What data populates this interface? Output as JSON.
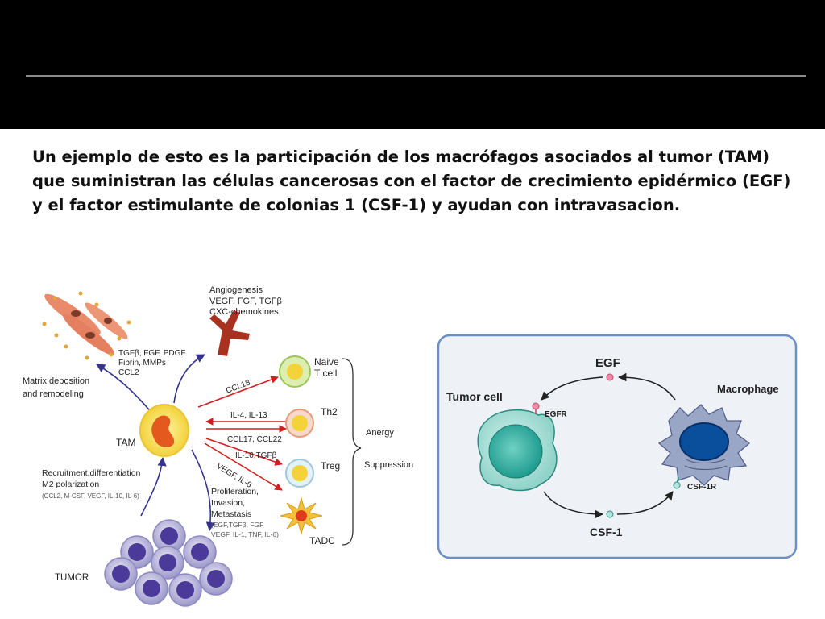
{
  "slide": {
    "body_text": "Un ejemplo de esto es la participación de los macrófagos asociados al tumor (TAM) que suministran las células cancerosas con el factor de crecimiento epidérmico (EGF) y el factor estimulante de colonias 1 (CSF-1) y ayudan con intravasacion."
  },
  "tam_figure": {
    "angiogenesis": [
      "Angiogenesis",
      "VEGF, FGF, TGFβ",
      "CXC-chemokines"
    ],
    "matrix_factors": [
      "TGFβ, FGF, PDGF",
      "Fibrin, MMPs",
      "CCL2"
    ],
    "matrix_deposition": [
      "Matrix deposition",
      "and remodeling"
    ],
    "tam_label": "TAM",
    "recruitment": [
      "Recruitment,differentiation",
      "M2 polarization",
      "(CCL2, M-CSF, VEGF, IL-10, IL-6)"
    ],
    "proliferation": [
      "Proliferation,",
      "Invasion,",
      "Metastasis",
      "(EGF,TGFβ, FGF",
      "VEGF, IL-1, TNF, IL-6)"
    ],
    "tumor_label": "TUMOR",
    "naive_label": [
      "Naive",
      "T cell"
    ],
    "th2_label": "Th2",
    "treg_label": "Treg",
    "tadc_label": "TADC",
    "arrow_ccl18": "CCL18",
    "arrow_il4": "IL-4, IL-13",
    "arrow_ccl17": "CCL17, CCL22",
    "arrow_il10": "IL-10,TGFβ",
    "arrow_vegf": "VEGF, IL-6",
    "anergy": "Anergy",
    "suppression": "Suppression"
  },
  "egf_figure": {
    "egf": "EGF",
    "tumor_cell": "Tumor cell",
    "egfr": "EGFR",
    "macrophage": "Macrophage",
    "csf1r": "CSF-1R",
    "csf1": "CSF-1"
  },
  "colors": {
    "arrow_blue": "#34348c",
    "arrow_red": "#d21e1e",
    "frame_blue": "#6b8fc4",
    "panel_bg": "#eef2f7"
  }
}
